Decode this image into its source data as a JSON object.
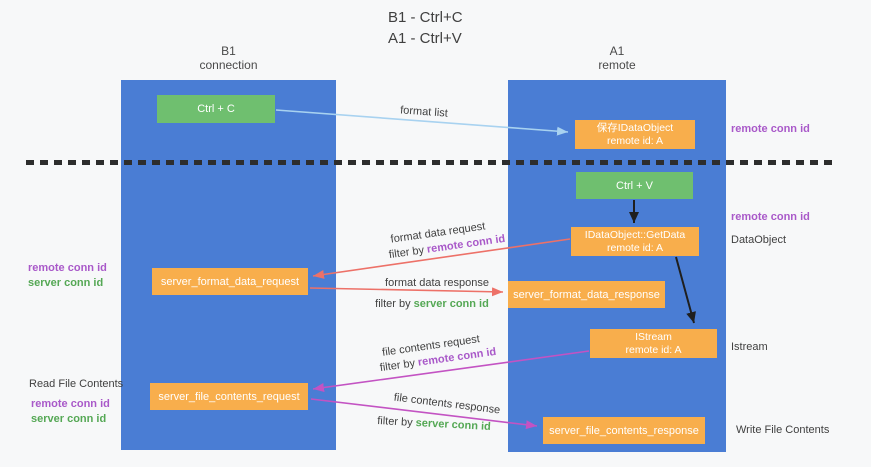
{
  "title": {
    "line1": "B1 - Ctrl+C",
    "line2": "A1 - Ctrl+V"
  },
  "lanes": {
    "b1": {
      "name": "B1",
      "subtitle": "connection"
    },
    "a1": {
      "name": "A1",
      "subtitle": "remote"
    }
  },
  "boxes": {
    "ctrl_c": {
      "label": "Ctrl + C"
    },
    "ctrl_v": {
      "label": "Ctrl + V"
    },
    "save_dataobject": {
      "line1": "保存IDataObject",
      "line2": "remote id: A"
    },
    "idataobject_getdata": {
      "line1": "IDataObject::GetData",
      "line2": "remote id: A"
    },
    "istream": {
      "line1": "IStream",
      "line2": "remote id: A"
    },
    "server_format_data_request": {
      "label": "server_format_data_request"
    },
    "server_format_data_response": {
      "label": "server_format_data_response"
    },
    "server_file_contents_request": {
      "label": "server_file_contents_request"
    },
    "server_file_contents_response": {
      "label": "server_file_contents_response"
    }
  },
  "flow_labels": {
    "format_list": "format list",
    "format_data_request": "format data request",
    "format_data_response": "format data response",
    "file_contents_request": "file contents request",
    "file_contents_response": "file contents response",
    "filter_by": "filter by",
    "remote_conn_id": "remote conn id",
    "server_conn_id": "server conn id"
  },
  "side_labels": {
    "remote_conn_id": "remote conn id",
    "server_conn_id": "server conn id",
    "dataobject": "DataObject",
    "istream": "Istream",
    "read_file_contents": "Read File Contents",
    "write_file_contents": "Write File Contents"
  },
  "colors": {
    "lane_blue": "#4a7dd4",
    "box_orange": "#f8ae4c",
    "box_green": "#6fbf6f",
    "conn_purple": "#a959c9",
    "conn_green": "#55a855",
    "arrow_blue": "#a8d2f0",
    "arrow_salmon": "#ed7168",
    "arrow_magenta": "#c353c3",
    "arrow_black": "#1f1f1f",
    "text_dark": "#404040",
    "background": "#f7f8f9"
  }
}
